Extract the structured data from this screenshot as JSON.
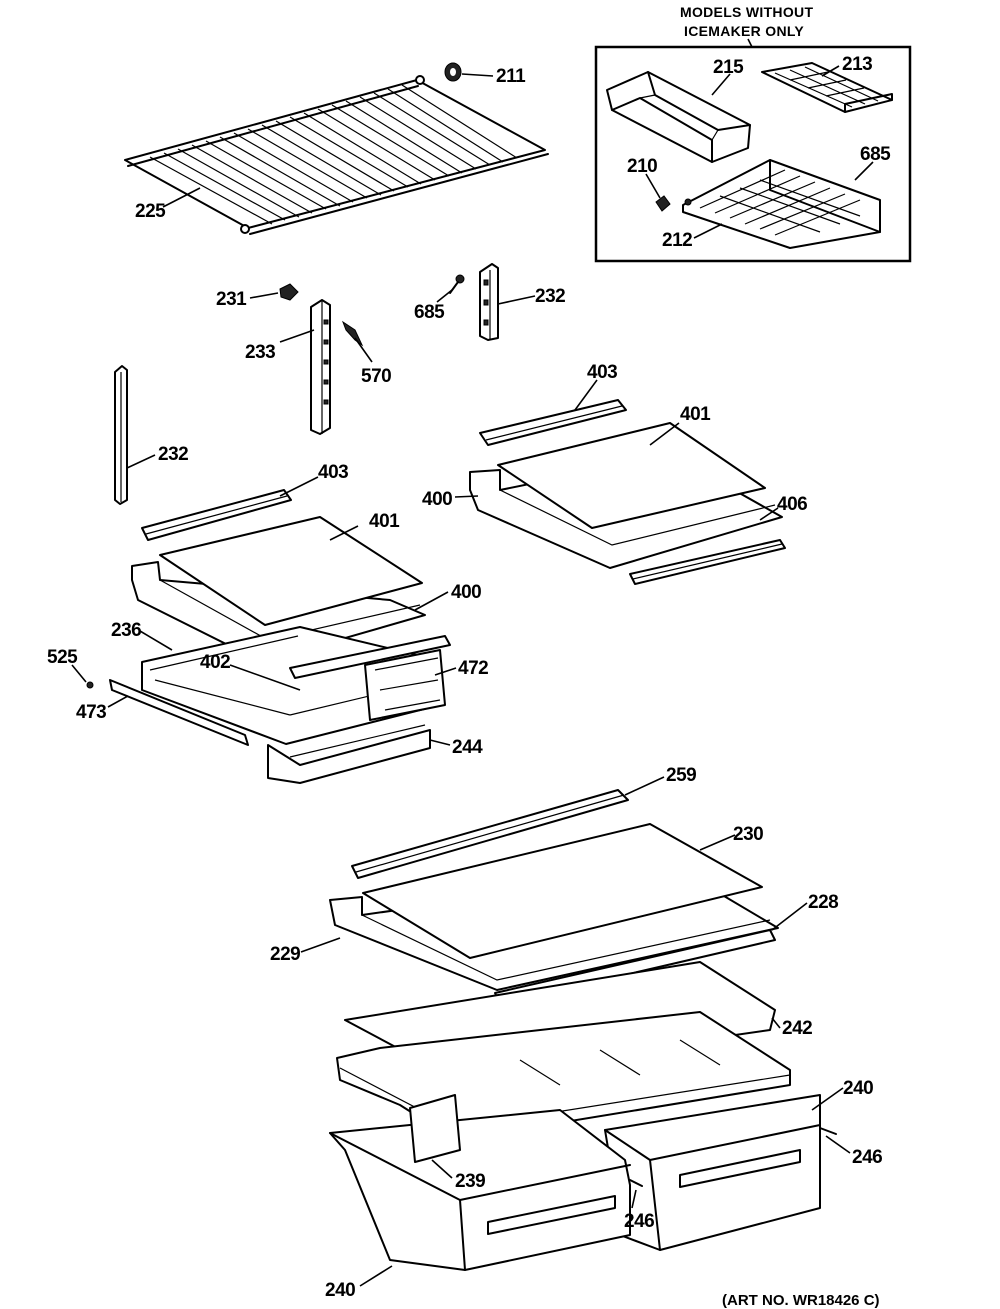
{
  "inset": {
    "caption_line1": "MODELS WITHOUT",
    "caption_line2": "ICEMAKER ONLY"
  },
  "labels": {
    "p211": "211",
    "p215": "215",
    "p213": "213",
    "p210": "210",
    "p685_inset": "685",
    "p212": "212",
    "p225": "225",
    "p231": "231",
    "p233": "233",
    "p570": "570",
    "p685": "685",
    "p232_top": "232",
    "p232_left": "232",
    "p403_right": "403",
    "p401_right": "401",
    "p400_right": "400",
    "p406": "406",
    "p403_left": "403",
    "p401_left": "401",
    "p400_left": "400",
    "p236": "236",
    "p525": "525",
    "p402": "402",
    "p472": "472",
    "p473": "473",
    "p244": "244",
    "p259": "259",
    "p230": "230",
    "p228": "228",
    "p229": "229",
    "p242": "242",
    "p240_right": "240",
    "p246_right": "246",
    "p239": "239",
    "p246_left": "246",
    "p240_left": "240"
  },
  "art_number": "(ART NO. WR18426 C)"
}
